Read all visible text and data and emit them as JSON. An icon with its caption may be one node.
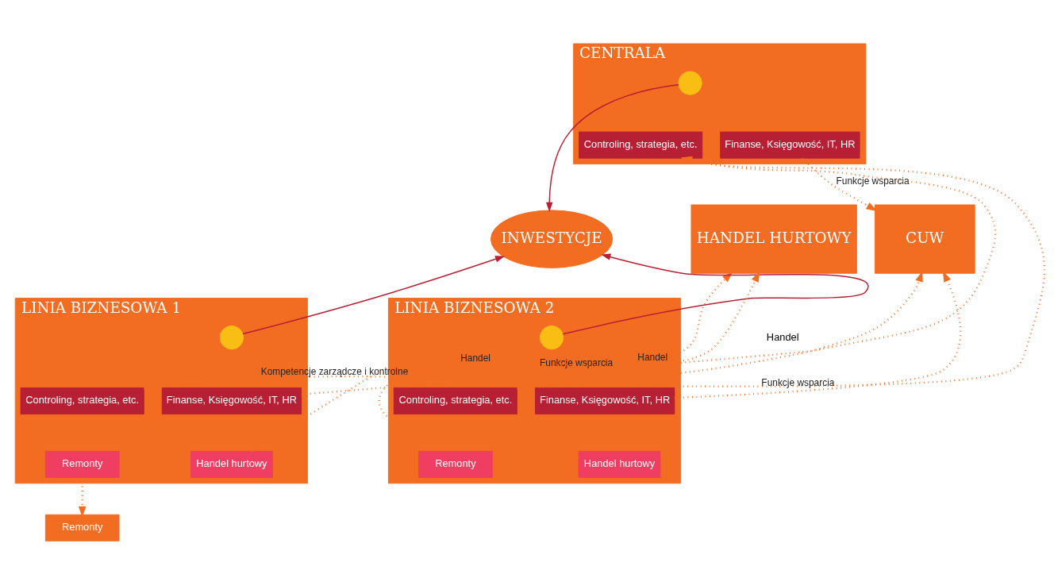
{
  "diagram": {
    "nodes": [
      {
        "text": [
          "CENTRALA"
        ]
      },
      {
        "text": [
          "Controling, strategia, etc."
        ],
        "in": 0
      },
      {
        "text": [
          "Finanse, Księgowość, IT, HR"
        ],
        "in": 0
      },
      {
        "text": [],
        "shape": "circle",
        "in": 0
      },
      {
        "text": [
          "INWESTYCJE"
        ]
      },
      {
        "text": [
          "CUW"
        ]
      },
      {
        "text": [
          "HANDEL HURTOWY"
        ]
      },
      {
        "text": [
          "LINIA BIZNESOWA 1"
        ]
      },
      {
        "text": [],
        "shape": "circle",
        "in": 7
      },
      {
        "text": [
          "Controling, strategia, etc."
        ],
        "in": 7
      },
      {
        "text": [
          "Finanse, Księgowość, IT, HR"
        ],
        "in": 7
      },
      {
        "text": [
          "Handel hurtowy"
        ],
        "in": 7
      },
      {
        "text": [
          "Remonty"
        ],
        "in": 7
      },
      {
        "text": [
          "LINIA BIZNESOWA 2"
        ]
      },
      {
        "text": [],
        "shape": "circle",
        "in": 13
      },
      {
        "text": [
          "Controling, strategia, etc."
        ],
        "in": 13
      },
      {
        "text": [
          "Finanse, Księgowość, IT, HR"
        ],
        "in": 13
      },
      {
        "text": [
          "Handel hurtowy"
        ],
        "in": 13
      },
      {
        "text": [
          "Remonty"
        ],
        "in": 13
      },
      {
        "text": [
          "Remonty"
        ]
      }
    ],
    "edges": [
      {
        "from": 3,
        "to": 4,
        "arrow": "to",
        "color": "#b81f34"
      },
      {
        "from": 8,
        "to": 4,
        "arrow": "to",
        "color": "#b81f34"
      },
      {
        "from": 14,
        "to": 4,
        "arrow": "to",
        "color": "#b81f34"
      },
      {
        "from": 9,
        "to": 1,
        "arrow": "to",
        "label": "Kompetencje zarządcze i kontrolne",
        "style": "dashed"
      },
      {
        "from": 15,
        "to": 1,
        "arrow": "to",
        "style": "dashed"
      },
      {
        "from": 2,
        "to": 5,
        "arrow": "to",
        "label": "Funkcje wsparcia",
        "style": "dashed"
      },
      {
        "from": 10,
        "to": 5,
        "arrow": "to",
        "label": "Funkcje wsparcia",
        "style": "dashed"
      },
      {
        "from": 16,
        "to": 5,
        "arrow": "to",
        "label": "Funkcje wsparcia",
        "style": "dashed"
      },
      {
        "from": 11,
        "to": 6,
        "arrow": "to",
        "label": "Handel",
        "style": "dashed"
      },
      {
        "from": 17,
        "to": 6,
        "arrow": "to",
        "label": "Handel",
        "style": "dashed"
      },
      {
        "from": 12,
        "to": 19,
        "arrow": "to",
        "style": "dashed"
      }
    ],
    "labels": [
      "Handel"
    ]
  }
}
